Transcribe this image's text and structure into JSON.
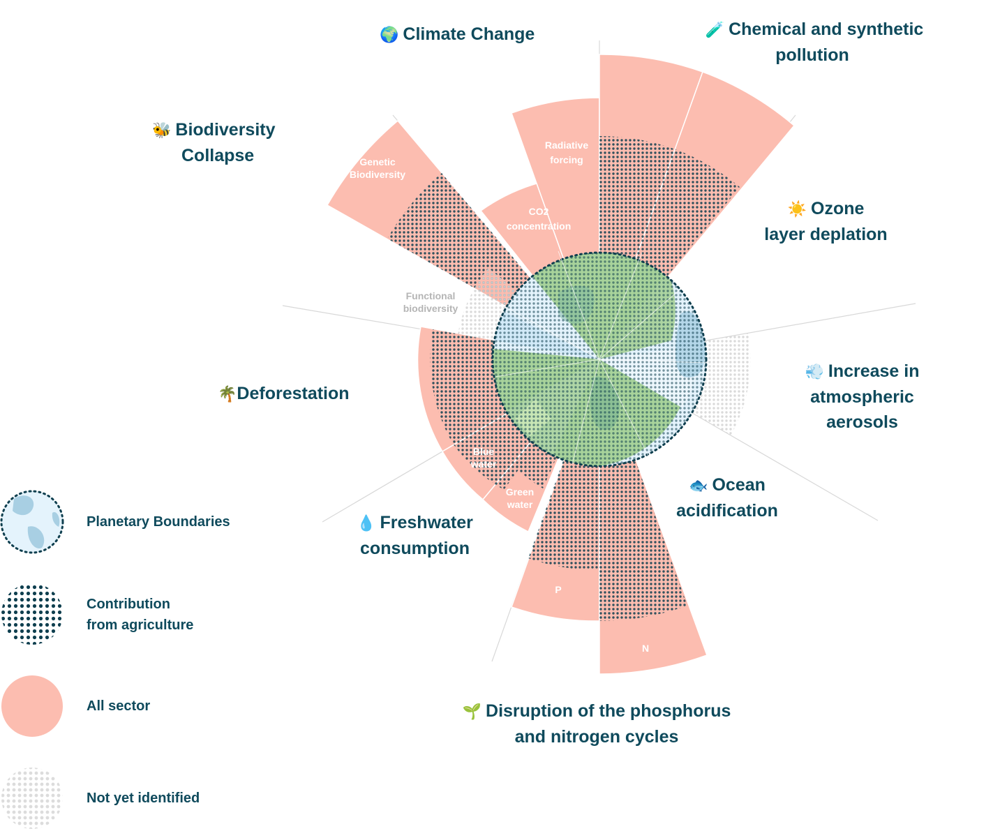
{
  "boundaries": {
    "climate": {
      "title": "Climate Change",
      "icon": "🌍"
    },
    "chemical": {
      "title_line1": "Chemical and synthetic",
      "title_line2": "pollution",
      "icon": "🧪"
    },
    "ozone": {
      "title_line1": "Ozone",
      "title_line2": "layer deplation",
      "icon": "☀️"
    },
    "aerosols": {
      "title_line1": "Increase in",
      "title_line2": "atmospheric",
      "title_line3": "aerosols",
      "icon": "💨"
    },
    "ocean": {
      "title_line1": "Ocean",
      "title_line2": "acidification",
      "icon": "🐟"
    },
    "cycles": {
      "title_line1": "Disruption of the phosphorus",
      "title_line2": "and nitrogen cycles",
      "icon": "🌱"
    },
    "freshwater": {
      "title_line1": "Freshwater",
      "title_line2": "consumption",
      "icon": "💧"
    },
    "deforestation": {
      "title": "Deforestation",
      "icon": "🌴"
    },
    "biodiversity": {
      "title_line1": "Biodiversity",
      "title_line2": "Collapse",
      "icon": "🐝"
    }
  },
  "segment_labels": {
    "radiative_forcing": [
      "Radiative",
      "forcing"
    ],
    "co2": [
      "CO2",
      "concentration"
    ],
    "genetic": [
      "Genetic",
      "Biodiversity"
    ],
    "functional": [
      "Functional",
      "biodiversity"
    ],
    "blue_water": [
      "Blue",
      "water"
    ],
    "green_water": [
      "Green",
      "water"
    ],
    "p": "P",
    "n": "N"
  },
  "legend": {
    "planetary": "Planetary Boundaries",
    "agriculture_line1": "Contribution",
    "agriculture_line2": "from agriculture",
    "all_sector": "All sector",
    "not_identified": "Not yet identified"
  },
  "colors": {
    "all_sector": "#fcbdb0",
    "agriculture_dots": "#0f3f4f",
    "boundary_fill": "#e4f3fc",
    "safe_green": "#9dcc8a",
    "not_identified": "#d9d9d9",
    "title": "#0f4a5c"
  }
}
